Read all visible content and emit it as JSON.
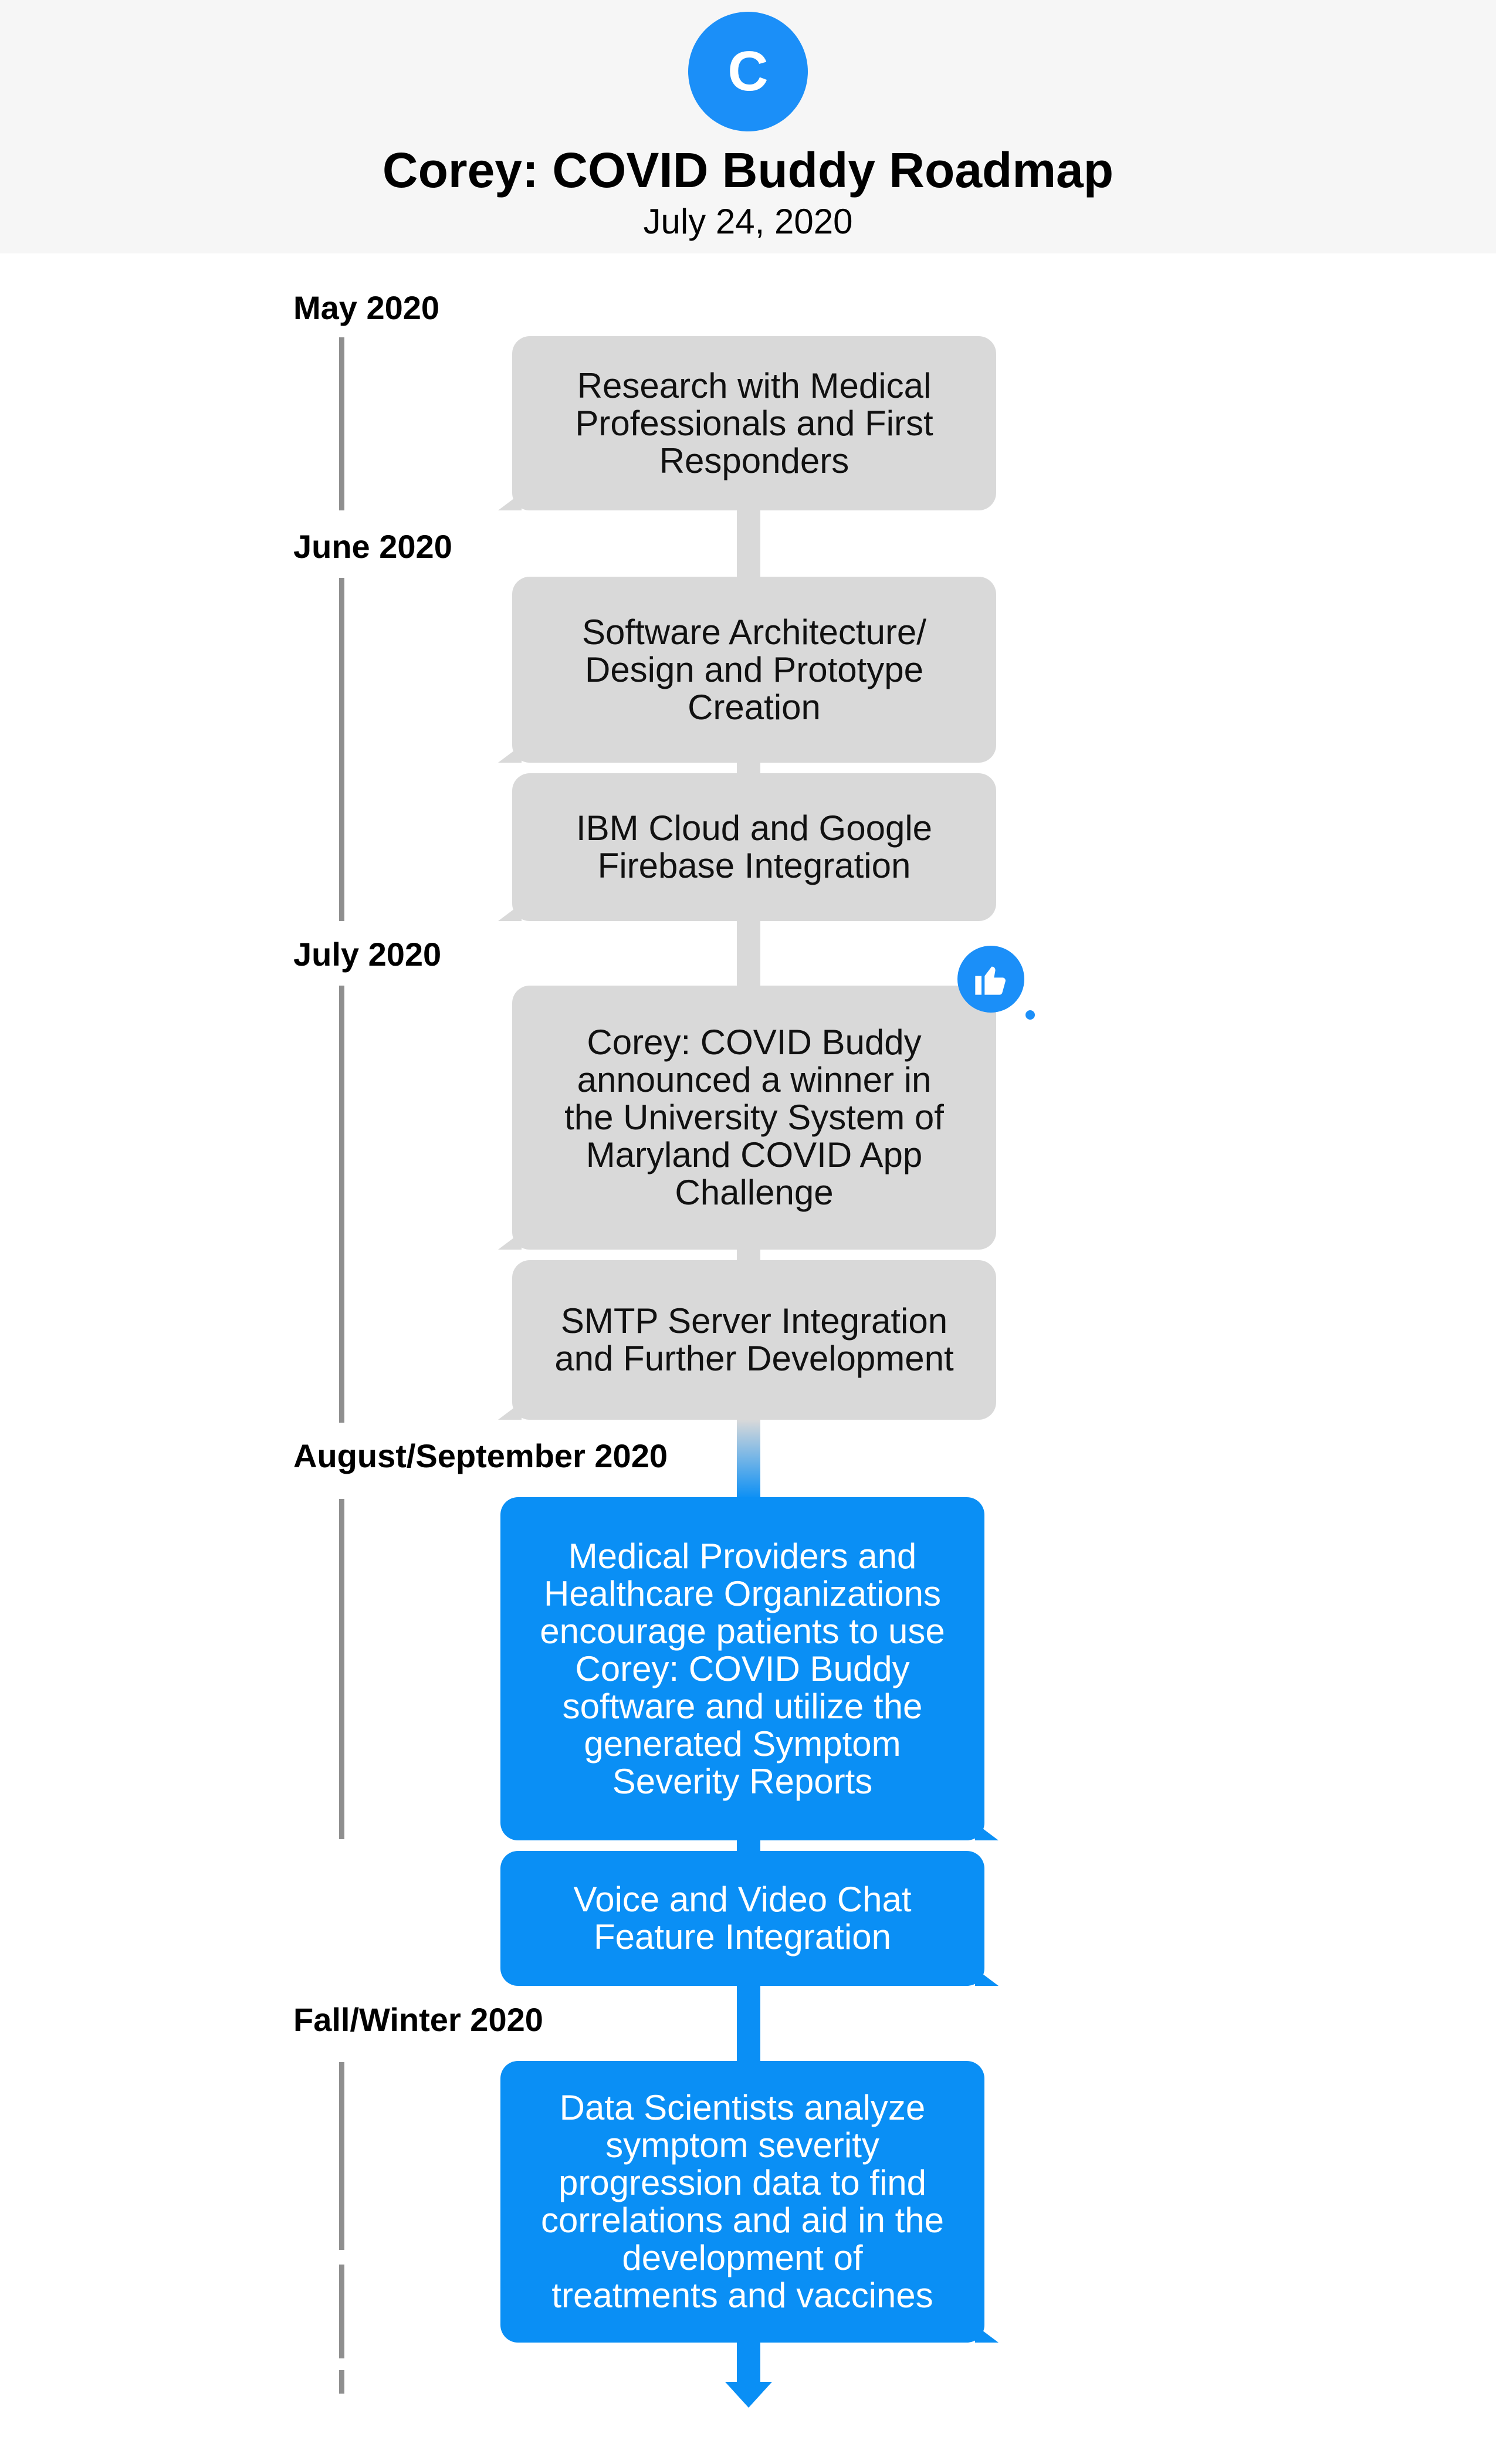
{
  "header": {
    "avatar_letter": "C",
    "title": "Corey: COVID Buddy Roadmap",
    "date": "July 24, 2020"
  },
  "months": [
    "May 2020",
    "June 2020",
    "July 2020",
    "August/September 2020",
    "Fall/Winter 2020"
  ],
  "items": [
    "Research with Medical\nProfessionals and First\nResponders",
    "Software Architecture/\nDesign and Prototype\nCreation",
    "IBM Cloud and Google\nFirebase Integration",
    "Corey: COVID Buddy\nannounced a winner in\nthe University System of\nMaryland COVID App\nChallenge",
    "SMTP Server Integration\nand Further Development",
    "Medical Providers and\nHealthcare Organizations\nencourage patients to use\nCorey: COVID Buddy\nsoftware and utilize the\ngenerated Symptom\nSeverity Reports",
    "Voice and Video Chat\nFeature Integration",
    "Data Scientists analyze\nsymptom severity\nprogression data to find\ncorrelations and aid in the\ndevelopment of\ntreatments and vaccines"
  ],
  "colors": {
    "accent": "#0a8ff5",
    "completed_bubble": "#d9d9d9",
    "timeline": "#8f8f8f"
  },
  "icons": {
    "reaction": "thumbs-up-icon",
    "end": "arrow-down-icon"
  }
}
